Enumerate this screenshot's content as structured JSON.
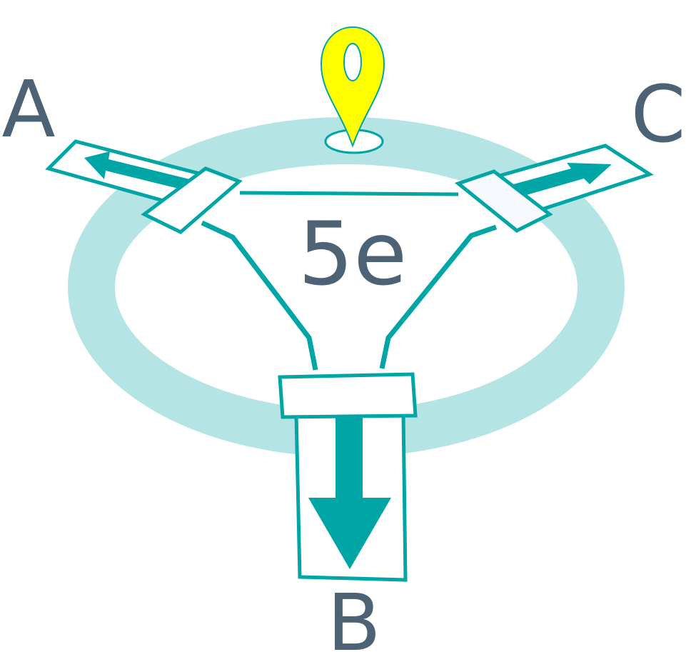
{
  "junction": {
    "center_label": "5e",
    "exits": [
      {
        "id": "A",
        "label": "A"
      },
      {
        "id": "B",
        "label": "B"
      },
      {
        "id": "C",
        "label": "C"
      }
    ],
    "location_marker_icon": "map-pin-icon"
  },
  "colors": {
    "ring": "#b5e4e4",
    "road": "#00a5a5",
    "pin_fill": "#ffff00",
    "pin_stroke": "#00a5a5",
    "label_text": "#4e6275",
    "background": "#ffffff"
  }
}
